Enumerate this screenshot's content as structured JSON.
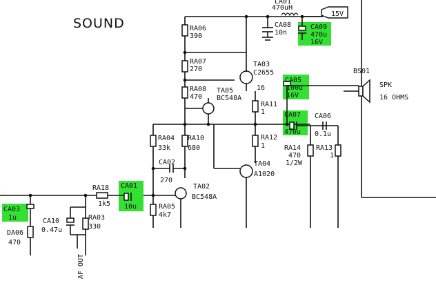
{
  "title": "SOUND",
  "supply": "15V",
  "top_inductor": [
    "LA01",
    "470uH"
  ],
  "labels": {
    "ra06": [
      "RA06",
      "390"
    ],
    "ca08": [
      "CA08",
      "10n"
    ],
    "ca09": [
      "CA09",
      "470u",
      "16V"
    ],
    "ra07": [
      "RA07",
      "270"
    ],
    "ta03": [
      "TA03",
      "C2655",
      "16"
    ],
    "ra08": [
      "RA08",
      "470"
    ],
    "ta05": [
      "TA05",
      "BC548A"
    ],
    "ra11": [
      "RA11",
      "1"
    ],
    "ca05": [
      "CA05",
      "100u",
      "16V"
    ],
    "bs01": "BS01",
    "spk": [
      "SPK",
      "16 OHMS"
    ],
    "ca07": [
      "CA07",
      "470u"
    ],
    "ca06": [
      "CA06",
      "0.1u"
    ],
    "ra04": [
      "RA04",
      "33k"
    ],
    "ra10": [
      "RA10",
      "680"
    ],
    "ra12": [
      "RA12",
      "1"
    ],
    "ra14": [
      "RA14",
      "470",
      "1/2W"
    ],
    "ra13": [
      "RA13",
      "1"
    ],
    "ca02": [
      "CA02",
      "270"
    ],
    "ta04": [
      "TA04",
      "A1020"
    ],
    "ra18": [
      "RA18",
      "1k5"
    ],
    "ca01": [
      "CA01",
      "10u"
    ],
    "ta02": [
      "TA02",
      "BC548A"
    ],
    "ra05": [
      "RA05",
      "4k7"
    ],
    "ca03": [
      "CA03",
      "1u"
    ],
    "ca10": [
      "CA10",
      "0.47u"
    ],
    "ra03": [
      "RA03",
      "330"
    ],
    "da06": [
      "DA06",
      "470"
    ],
    "af_out": "AF OUT"
  },
  "colors": {
    "highlight": "#33e033",
    "ink": "#111111"
  }
}
